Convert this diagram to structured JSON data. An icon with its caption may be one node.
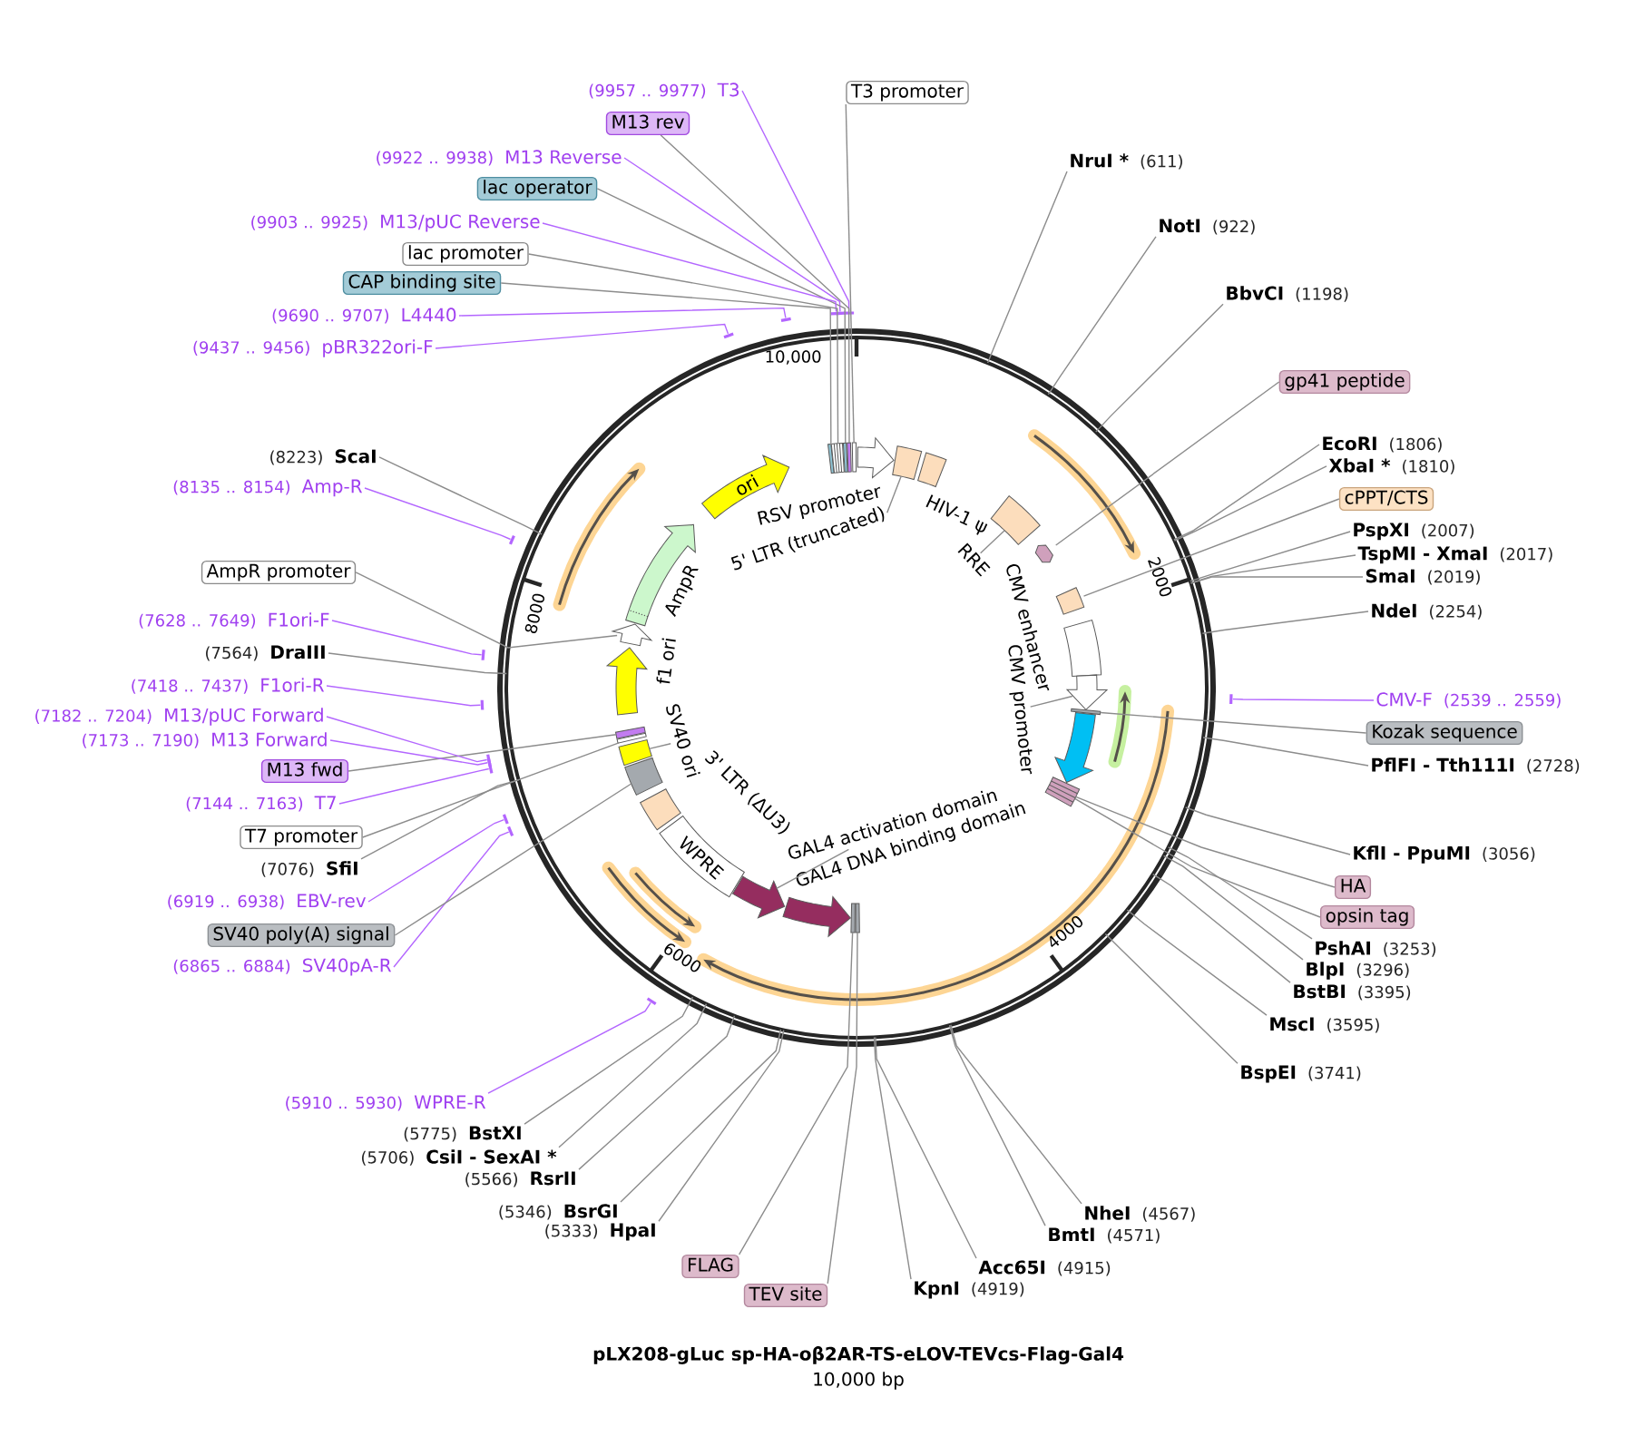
{
  "diagram": {
    "title": "pLX208-gLuc sp-HA-oβ2AR-TS-eLOV-TEVcs-Flag-Gal4",
    "caption": "10,000 bp",
    "nodes": [
      {
        "text": [
          "(9957 .. 9977)",
          "T3"
        ]
      },
      {
        "text": [
          "T3 promoter"
        ]
      },
      {
        "text": [
          "M13 rev"
        ]
      },
      {
        "text": [
          "(9922 .. 9938)",
          "M13 Reverse"
        ]
      },
      {
        "text": [
          "lac operator"
        ]
      },
      {
        "text": [
          "(9903 .. 9925)",
          "M13/pUC Reverse"
        ]
      },
      {
        "text": [
          "lac promoter"
        ]
      },
      {
        "text": [
          "CAP binding site"
        ]
      },
      {
        "text": [
          "(9690 .. 9707)",
          "L4440"
        ]
      },
      {
        "text": [
          "(9437 .. 9456)",
          "pBR322ori-F"
        ]
      },
      {
        "text": [
          "NruI *",
          "(611)"
        ]
      },
      {
        "text": [
          "NotI",
          "(922)"
        ]
      },
      {
        "text": [
          "BbvCI",
          "(1198)"
        ]
      },
      {
        "text": [
          "gp41 peptide"
        ]
      },
      {
        "text": [
          "EcoRI",
          "(1806)"
        ]
      },
      {
        "text": [
          "XbaI *",
          "(1810)"
        ]
      },
      {
        "text": [
          "cPPT/CTS"
        ]
      },
      {
        "text": [
          "PspXI",
          "(2007)"
        ]
      },
      {
        "text": [
          "TspMI - XmaI",
          "(2017)"
        ]
      },
      {
        "text": [
          "SmaI",
          "(2019)"
        ]
      },
      {
        "text": [
          "NdeI",
          "(2254)"
        ]
      },
      {
        "text": [
          "CMV-F",
          "(2539 .. 2559)"
        ]
      },
      {
        "text": [
          "Kozak sequence"
        ]
      },
      {
        "text": [
          "PflFI - Tth111I",
          "(2728)"
        ]
      },
      {
        "text": [
          "KflI - PpuMI",
          "(3056)"
        ]
      },
      {
        "text": [
          "HA"
        ]
      },
      {
        "text": [
          "opsin tag"
        ]
      },
      {
        "text": [
          "PshAI",
          "(3253)"
        ]
      },
      {
        "text": [
          "BlpI",
          "(3296)"
        ]
      },
      {
        "text": [
          "BstBI",
          "(3395)"
        ]
      },
      {
        "text": [
          "MscI",
          "(3595)"
        ]
      },
      {
        "text": [
          "BspEI",
          "(3741)"
        ]
      },
      {
        "text": [
          "NheI",
          "(4567)"
        ]
      },
      {
        "text": [
          "BmtI",
          "(4571)"
        ]
      },
      {
        "text": [
          "Acc65I",
          "(4915)"
        ]
      },
      {
        "text": [
          "KpnI",
          "(4919)"
        ]
      },
      {
        "text": [
          "TEV site"
        ]
      },
      {
        "text": [
          "FLAG"
        ]
      },
      {
        "text": [
          "(5333)",
          "HpaI"
        ]
      },
      {
        "text": [
          "(5346)",
          "BsrGI"
        ]
      },
      {
        "text": [
          "(5566)",
          "RsrII"
        ]
      },
      {
        "text": [
          "(5706)",
          "CsiI - SexAI *"
        ]
      },
      {
        "text": [
          "(5775)",
          "BstXI"
        ]
      },
      {
        "text": [
          "(5910 .. 5930)",
          "WPRE-R"
        ]
      },
      {
        "text": [
          "(6865 .. 6884)",
          "SV40pA-R"
        ]
      },
      {
        "text": [
          "SV40 poly(A) signal"
        ]
      },
      {
        "text": [
          "(6919 .. 6938)",
          "EBV-rev"
        ]
      },
      {
        "text": [
          "(7076)",
          "SfiI"
        ]
      },
      {
        "text": [
          "T7 promoter"
        ]
      },
      {
        "text": [
          "(7144 .. 7163)",
          "T7"
        ]
      },
      {
        "text": [
          "M13 fwd"
        ]
      },
      {
        "text": [
          "(7173 .. 7190)",
          "M13 Forward"
        ]
      },
      {
        "text": [
          "(7182 .. 7204)",
          "M13/pUC Forward"
        ]
      },
      {
        "text": [
          "(7418 .. 7437)",
          "F1ori-R"
        ]
      },
      {
        "text": [
          "(7564)",
          "DraIII"
        ]
      },
      {
        "text": [
          "(7628 .. 7649)",
          "F1ori-F"
        ]
      },
      {
        "text": [
          "AmpR promoter"
        ]
      },
      {
        "text": [
          "(8135 .. 8154)",
          "Amp-R"
        ]
      },
      {
        "text": [
          "(8223)",
          "ScaI"
        ]
      },
      {
        "text": [
          "5' LTR (truncated)"
        ]
      },
      {
        "text": [
          "RRE"
        ]
      },
      {
        "text": [
          "CMV promoter"
        ]
      },
      {
        "text": [
          "SV40 ori"
        ]
      },
      {
        "text": [
          "GAL4 activation domain"
        ]
      },
      {
        "text": [
          "ori"
        ]
      },
      {
        "text": [
          "WPRE"
        ]
      },
      {
        "text": [],
        "shape": "box"
      },
      {
        "text": [],
        "shape": "box"
      },
      {
        "text": [],
        "shape": "box"
      },
      {
        "text": [],
        "shape": "box"
      },
      {
        "text": [],
        "shape": "box"
      },
      {
        "text": [],
        "shape": "arrow",
        "beside": [
          "RSV promoter"
        ]
      },
      {
        "text": [],
        "shape": "box"
      },
      {
        "text": [],
        "shape": "box",
        "beside": [
          "HIV-1 ψ"
        ]
      },
      {
        "text": [],
        "shape": "box"
      },
      {
        "text": [],
        "shape": "box"
      },
      {
        "text": [],
        "shape": "box"
      },
      {
        "text": [],
        "shape": "box"
      },
      {
        "text": [],
        "shape": "arrow"
      },
      {
        "text": [],
        "shape": "box"
      },
      {
        "text": [],
        "shape": "arrow"
      },
      {
        "text": [],
        "shape": "box"
      },
      {
        "text": [],
        "shape": "box"
      },
      {
        "text": [],
        "shape": "box"
      },
      {
        "text": [],
        "shape": "arrow",
        "beside": [
          "GAL4 DNA binding domain"
        ]
      },
      {
        "text": [],
        "shape": "arrow"
      },
      {
        "text": [],
        "shape": "box"
      },
      {
        "text": [],
        "shape": "box"
      },
      {
        "text": [],
        "shape": "box"
      },
      {
        "text": [],
        "shape": "box"
      },
      {
        "text": [],
        "shape": "box"
      },
      {
        "text": [],
        "shape": "arrow",
        "beside": [
          "f1 ori"
        ]
      },
      {
        "text": [],
        "shape": "arrow"
      },
      {
        "text": [],
        "shape": "arrow",
        "beside": [
          "AmpR"
        ]
      },
      {
        "text": [],
        "shape": "bar"
      },
      {
        "text": [],
        "shape": "bar"
      },
      {
        "text": [],
        "shape": "bar"
      },
      {
        "text": [],
        "shape": "bar"
      },
      {
        "text": [],
        "shape": "bar"
      },
      {
        "text": [],
        "shape": "bar"
      },
      {
        "text": [],
        "shape": "bar"
      },
      {
        "text": [],
        "shape": "bar"
      },
      {
        "text": [],
        "shape": "bar"
      },
      {
        "text": [],
        "shape": "bar"
      },
      {
        "text": [],
        "shape": "bar"
      },
      {
        "text": [],
        "shape": "bar"
      },
      {
        "text": [],
        "shape": "bar"
      },
      {
        "text": [],
        "shape": "bar"
      },
      {
        "text": [],
        "shape": "bar"
      }
    ],
    "edges": [
      {
        "from": 0,
        "to": 94,
        "arrow": "none",
        "color": "#b366ff"
      },
      {
        "from": 1,
        "to": 70,
        "arrow": "none"
      },
      {
        "from": 2,
        "to": 69,
        "arrow": "none"
      },
      {
        "from": 3,
        "to": 95,
        "arrow": "none",
        "color": "#b366ff"
      },
      {
        "from": 4,
        "to": 68,
        "arrow": "none"
      },
      {
        "from": 5,
        "to": 96,
        "arrow": "none",
        "color": "#b366ff"
      },
      {
        "from": 6,
        "to": 67,
        "arrow": "none"
      },
      {
        "from": 7,
        "to": 66,
        "arrow": "none"
      },
      {
        "from": 8,
        "to": 97,
        "arrow": "none",
        "color": "#b366ff"
      },
      {
        "from": 9,
        "to": 98,
        "arrow": "none",
        "color": "#b366ff"
      },
      {
        "from": 10,
        "to": null,
        "arrow": "none"
      },
      {
        "from": 11,
        "to": null,
        "arrow": "none"
      },
      {
        "from": 12,
        "to": null,
        "arrow": "none"
      },
      {
        "from": 13,
        "to": 75,
        "arrow": "none"
      },
      {
        "from": 14,
        "to": null,
        "arrow": "none"
      },
      {
        "from": 15,
        "to": null,
        "arrow": "none"
      },
      {
        "from": 16,
        "to": 76,
        "arrow": "none"
      },
      {
        "from": 17,
        "to": null,
        "arrow": "none"
      },
      {
        "from": 18,
        "to": null,
        "arrow": "none"
      },
      {
        "from": 19,
        "to": null,
        "arrow": "none"
      },
      {
        "from": 20,
        "to": null,
        "arrow": "none"
      },
      {
        "from": 21,
        "to": 99,
        "arrow": "none",
        "color": "#b366ff"
      },
      {
        "from": 22,
        "to": 79,
        "arrow": "none"
      },
      {
        "from": 23,
        "to": null,
        "arrow": "none"
      },
      {
        "from": 24,
        "to": null,
        "arrow": "none"
      },
      {
        "from": 25,
        "to": 81,
        "arrow": "none"
      },
      {
        "from": 26,
        "to": 81,
        "arrow": "none"
      },
      {
        "from": 27,
        "to": null,
        "arrow": "none"
      },
      {
        "from": 28,
        "to": null,
        "arrow": "none"
      },
      {
        "from": 29,
        "to": null,
        "arrow": "none"
      },
      {
        "from": 30,
        "to": null,
        "arrow": "none"
      },
      {
        "from": 31,
        "to": null,
        "arrow": "none"
      },
      {
        "from": 32,
        "to": null,
        "arrow": "none"
      },
      {
        "from": 33,
        "to": null,
        "arrow": "none"
      },
      {
        "from": 34,
        "to": null,
        "arrow": "none"
      },
      {
        "from": 35,
        "to": null,
        "arrow": "none"
      },
      {
        "from": 36,
        "to": 82,
        "arrow": "none"
      },
      {
        "from": 37,
        "to": 83,
        "arrow": "none"
      },
      {
        "from": 38,
        "to": null,
        "arrow": "none"
      },
      {
        "from": 39,
        "to": null,
        "arrow": "none"
      },
      {
        "from": 40,
        "to": null,
        "arrow": "none"
      },
      {
        "from": 41,
        "to": null,
        "arrow": "none"
      },
      {
        "from": 42,
        "to": null,
        "arrow": "none"
      },
      {
        "from": 43,
        "to": 100,
        "arrow": "none",
        "color": "#b366ff"
      },
      {
        "from": 44,
        "to": 101,
        "arrow": "none",
        "color": "#b366ff"
      },
      {
        "from": 45,
        "to": 87,
        "arrow": "none"
      },
      {
        "from": 46,
        "to": 102,
        "arrow": "none",
        "color": "#b366ff"
      },
      {
        "from": 47,
        "to": null,
        "arrow": "none"
      },
      {
        "from": 48,
        "to": 89,
        "arrow": "none"
      },
      {
        "from": 49,
        "to": 103,
        "arrow": "none",
        "color": "#b366ff"
      },
      {
        "from": 50,
        "to": 90,
        "arrow": "none"
      },
      {
        "from": 51,
        "to": 104,
        "arrow": "none",
        "color": "#b366ff"
      },
      {
        "from": 52,
        "to": 105,
        "arrow": "none",
        "color": "#b366ff"
      },
      {
        "from": 53,
        "to": 106,
        "arrow": "none",
        "color": "#b366ff"
      },
      {
        "from": 54,
        "to": null,
        "arrow": "none"
      },
      {
        "from": 55,
        "to": 107,
        "arrow": "none",
        "color": "#b366ff"
      },
      {
        "from": 56,
        "to": 92,
        "arrow": "none"
      },
      {
        "from": 57,
        "to": 108,
        "arrow": "none",
        "color": "#b366ff"
      },
      {
        "from": 58,
        "to": null,
        "arrow": "none"
      },
      {
        "from": 59,
        "to": 72,
        "arrow": "none"
      },
      {
        "from": 60,
        "to": 74,
        "arrow": "none"
      },
      {
        "from": 61,
        "to": 78,
        "arrow": "none"
      },
      {
        "from": 62,
        "to": 88,
        "arrow": "none"
      },
      {
        "from": 63,
        "to": 85,
        "arrow": "none"
      }
    ],
    "labels": [
      "10,000",
      "2000",
      "4000",
      "6000",
      "8000",
      "CMV enhancer",
      "3' LTR (ΔU3)"
    ]
  }
}
